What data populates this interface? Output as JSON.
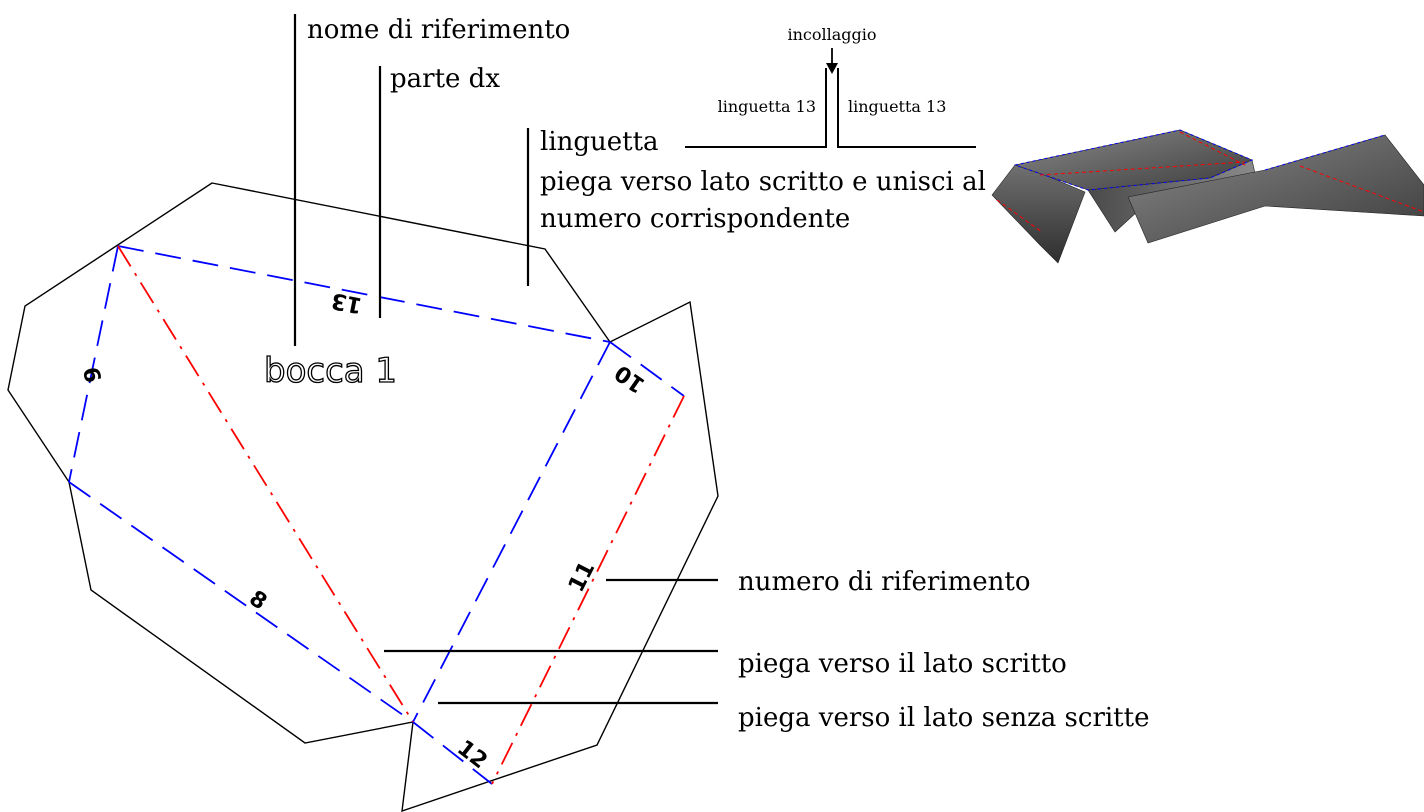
{
  "labels": {
    "nome_riferimento": "nome di riferimento",
    "parte": "parte dx",
    "linguetta": "linguetta",
    "piega_unisci_1": "piega verso lato scritto e unisci al",
    "piega_unisci_2": "numero corrispondente",
    "numero_riferimento": "numero di riferimento",
    "piega_scritto": "piega verso il lato scritto",
    "piega_senza": "piega verso il lato senza scritte"
  },
  "part_name": "bocca 1",
  "edge_numbers": {
    "n8": "8",
    "n9": "9",
    "n10": "10",
    "n11": "11",
    "n12": "12",
    "n13": "13"
  },
  "glue_detail": {
    "title": "incollaggio",
    "left_tab": "linguetta 13",
    "right_tab": "linguetta 13"
  },
  "colors": {
    "outline": "#000000",
    "mountain_fold": "#0000ff",
    "valley_fold": "#ff0000",
    "model_fill": "#5a5a5a"
  }
}
